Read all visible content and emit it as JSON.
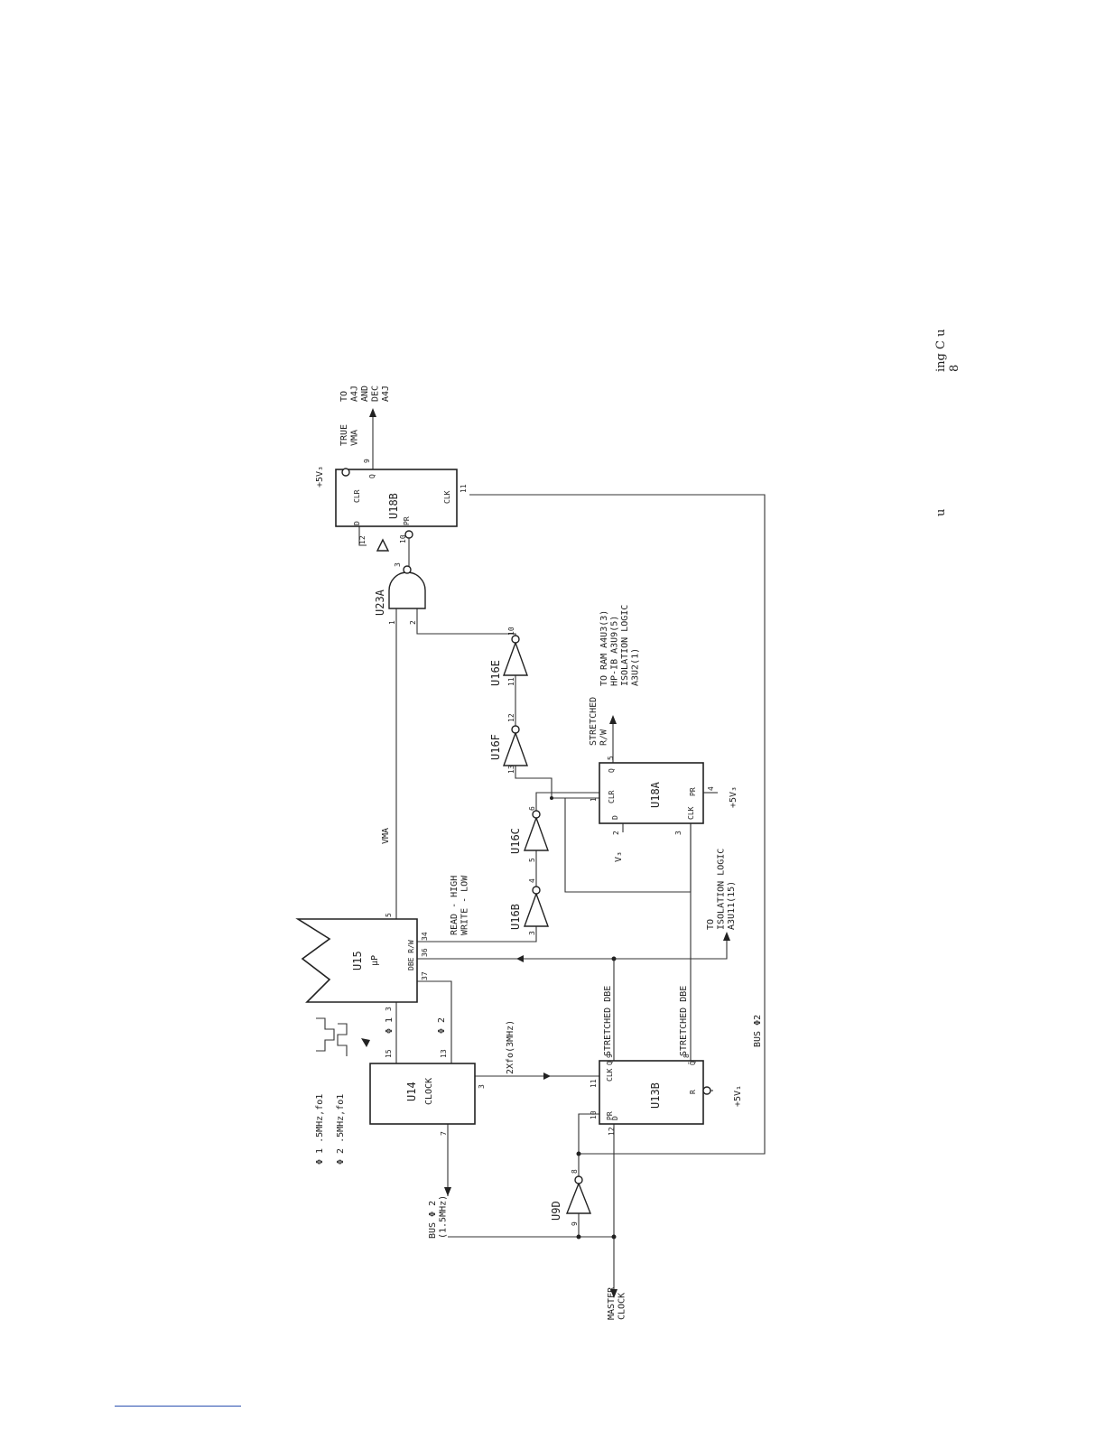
{
  "diagram": {
    "labels": {
      "true_vma": "TRUE\nVMA",
      "to_a4j": "TO\nA4J\nAND\nDEC\nA4J",
      "plus5v3_top": "+5V₃",
      "vma": "VMA",
      "read_write": "READ - HIGH\nWRITE - LOW",
      "to_ram": "TO RAM A4U3(3)\nHP-IB A3U9(5)\nISOLATION LOGIC\nA3U2(1)",
      "stretched_rw": "STRETCHED\nR/W",
      "to_isolation": "TO\nISOLATION LOGIC\nA3U11(15)",
      "v3": "V₃",
      "plus5v3_mid": "+5V₃",
      "plus5v1": "+5V₁",
      "stretched_dbe_1": "STRETCHED DBE",
      "stretched_dbe_2": "STRETCHED DBE",
      "bus_phi2_mid": "BUS Φ2",
      "bus_phi2": "BUS Φ 2\n(1.5MHz)",
      "master_clock": "MASTER\nCLOCK",
      "phi1_legend": "Φ 1  .5MHz,fo1",
      "phi2_legend": "Φ 2  .5MHz,fo1",
      "twofo": "2Xfo(3MHz)",
      "phi1": "Φ 1",
      "phi2": "Φ 2",
      "margin_top": "ing C  u\n8",
      "margin_bottom": "u"
    },
    "components": {
      "u18b": "U18B",
      "u23a": "U23A",
      "u16e": "U16E",
      "u16f": "U16F",
      "u18a": "U18A",
      "u16c": "U16C",
      "u16b": "U16B",
      "u15": "U15",
      "u15_sub": "μP",
      "u14": "U14",
      "u14_sub": "CLOCK",
      "u13b": "U13B",
      "u9d": "U9D"
    },
    "pins": {
      "u18b_clr": "CLR",
      "u18b_q": "Q",
      "u18b_d": "D",
      "u18b_pr": "PR",
      "u18b_clk": "CLK",
      "u18b_9": "9",
      "u18b_12": "12",
      "u18b_10": "10",
      "u18b_11": "11",
      "u23a_1": "1",
      "u23a_2": "2",
      "u23a_3": "3",
      "u16e_10": "10",
      "u16e_11": "11",
      "u16f_12": "12",
      "u16f_13": "13",
      "u18a_clr": "CLR",
      "u18a_q": "Q",
      "u18a_d": "D",
      "u18a_clk": "CLK",
      "u18a_pr": "PR",
      "u18a_1": "1",
      "u18a_2": "2",
      "u18a_3": "3",
      "u18a_4": "4",
      "u18a_5": "5",
      "u16c_6": "6",
      "u16c_5": "5",
      "u16b_4": "4",
      "u16b_3": "3",
      "u15_5": "5",
      "u15_34": "34",
      "u15_36": "36",
      "u15_37": "37",
      "u15_3": "3",
      "u15_dbe_rw": "DBE R/W",
      "u14_15": "15",
      "u14_13": "13",
      "u14_3": "3",
      "u14_7": "7",
      "u13b_clk": "CLK",
      "u13b_q": "Q",
      "u13b_pr": "PR",
      "u13b_d": "D",
      "u13b_r": "R",
      "u13b_qbar": "Q̄",
      "u13b_11": "11",
      "u13b_9": "9",
      "u13b_10": "10",
      "u13b_12": "12",
      "u13b_8": "8",
      "u9d_8": "8",
      "u9d_9": "9"
    }
  }
}
